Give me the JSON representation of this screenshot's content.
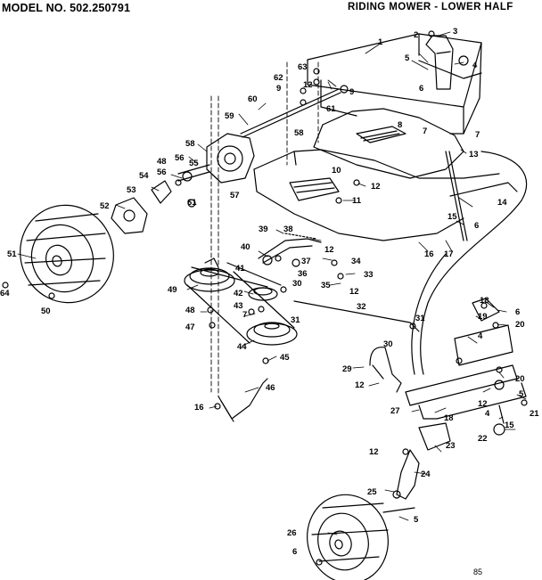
{
  "header": {
    "model": "MODEL NO. 502.250791",
    "section": "RIDING MOWER - LOWER HALF"
  },
  "corner_code": "85",
  "callouts": [
    {
      "id": "c1",
      "text": "1"
    },
    {
      "id": "c2",
      "text": "2"
    },
    {
      "id": "c3",
      "text": "3"
    },
    {
      "id": "c4a",
      "text": "4"
    },
    {
      "id": "c5a",
      "text": "5"
    },
    {
      "id": "c6a",
      "text": "6"
    },
    {
      "id": "c63",
      "text": "63"
    },
    {
      "id": "c62",
      "text": "62"
    },
    {
      "id": "c12a",
      "text": "12"
    },
    {
      "id": "c9a",
      "text": "9"
    },
    {
      "id": "c9b",
      "text": "9"
    },
    {
      "id": "c60",
      "text": "60"
    },
    {
      "id": "c61a",
      "text": "61"
    },
    {
      "id": "c59",
      "text": "59"
    },
    {
      "id": "c58a",
      "text": "58"
    },
    {
      "id": "c58b",
      "text": "58"
    },
    {
      "id": "c8",
      "text": "8"
    },
    {
      "id": "c7a",
      "text": "7"
    },
    {
      "id": "c7b",
      "text": "7"
    },
    {
      "id": "c13",
      "text": "13"
    },
    {
      "id": "c48a",
      "text": "48"
    },
    {
      "id": "c56a",
      "text": "56"
    },
    {
      "id": "c56b",
      "text": "56"
    },
    {
      "id": "c55",
      "text": "55"
    },
    {
      "id": "c54",
      "text": "54"
    },
    {
      "id": "c57",
      "text": "57"
    },
    {
      "id": "c10",
      "text": "10"
    },
    {
      "id": "c12b",
      "text": "12"
    },
    {
      "id": "c11",
      "text": "11"
    },
    {
      "id": "c53",
      "text": "53"
    },
    {
      "id": "c61b",
      "text": "61"
    },
    {
      "id": "c14",
      "text": "14"
    },
    {
      "id": "c52",
      "text": "52"
    },
    {
      "id": "c15a",
      "text": "15"
    },
    {
      "id": "c6b",
      "text": "6"
    },
    {
      "id": "c39",
      "text": "39"
    },
    {
      "id": "c38",
      "text": "38"
    },
    {
      "id": "c40",
      "text": "40"
    },
    {
      "id": "c12c",
      "text": "12"
    },
    {
      "id": "c16a",
      "text": "16"
    },
    {
      "id": "c17",
      "text": "17"
    },
    {
      "id": "c37",
      "text": "37"
    },
    {
      "id": "c34",
      "text": "34"
    },
    {
      "id": "c51",
      "text": "51"
    },
    {
      "id": "c36",
      "text": "36"
    },
    {
      "id": "c33",
      "text": "33"
    },
    {
      "id": "c41",
      "text": "41"
    },
    {
      "id": "c30",
      "text": "30"
    },
    {
      "id": "c35",
      "text": "35"
    },
    {
      "id": "c12d",
      "text": "12"
    },
    {
      "id": "c64",
      "text": "64"
    },
    {
      "id": "c49",
      "text": "49"
    },
    {
      "id": "c42",
      "text": "42"
    },
    {
      "id": "c50",
      "text": "50"
    },
    {
      "id": "c43",
      "text": "43"
    },
    {
      "id": "c32",
      "text": "32"
    },
    {
      "id": "c48b",
      "text": "48"
    },
    {
      "id": "c7c",
      "text": "7"
    },
    {
      "id": "c31a",
      "text": "31"
    },
    {
      "id": "c18a",
      "text": "18"
    },
    {
      "id": "c6c",
      "text": "6"
    },
    {
      "id": "c19",
      "text": "19"
    },
    {
      "id": "c20a",
      "text": "20"
    },
    {
      "id": "c47",
      "text": "47"
    },
    {
      "id": "c31b",
      "text": "31"
    },
    {
      "id": "c4b",
      "text": "4"
    },
    {
      "id": "c44",
      "text": "44"
    },
    {
      "id": "c30b",
      "text": "30"
    },
    {
      "id": "c45",
      "text": "45"
    },
    {
      "id": "c29",
      "text": "29"
    },
    {
      "id": "c20b",
      "text": "20"
    },
    {
      "id": "c46",
      "text": "46"
    },
    {
      "id": "c12e",
      "text": "12"
    },
    {
      "id": "c5b",
      "text": "5"
    },
    {
      "id": "c12f",
      "text": "12"
    },
    {
      "id": "c16b",
      "text": "16"
    },
    {
      "id": "c27",
      "text": "27"
    },
    {
      "id": "c18b",
      "text": "18"
    },
    {
      "id": "c4c",
      "text": "4"
    },
    {
      "id": "c21",
      "text": "21"
    },
    {
      "id": "c15b",
      "text": "15"
    },
    {
      "id": "c22",
      "text": "22"
    },
    {
      "id": "c23",
      "text": "23"
    },
    {
      "id": "c12g",
      "text": "12"
    },
    {
      "id": "c24",
      "text": "24"
    },
    {
      "id": "c25",
      "text": "25"
    },
    {
      "id": "c5c",
      "text": "5"
    },
    {
      "id": "c26",
      "text": "26"
    },
    {
      "id": "c6d",
      "text": "6"
    }
  ]
}
